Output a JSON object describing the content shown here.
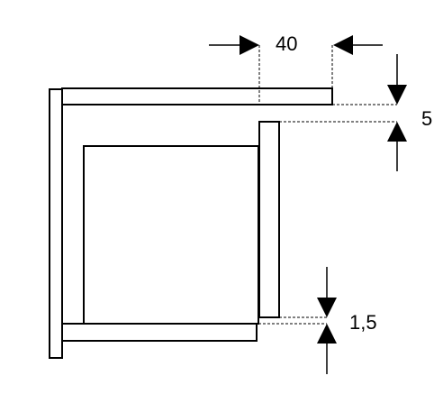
{
  "diagram": {
    "dimensions": {
      "top_gap": "40",
      "vertical_offset": "5",
      "bottom_gap": "1,5"
    },
    "colors": {
      "stroke": "#000000",
      "background": "#ffffff"
    }
  }
}
